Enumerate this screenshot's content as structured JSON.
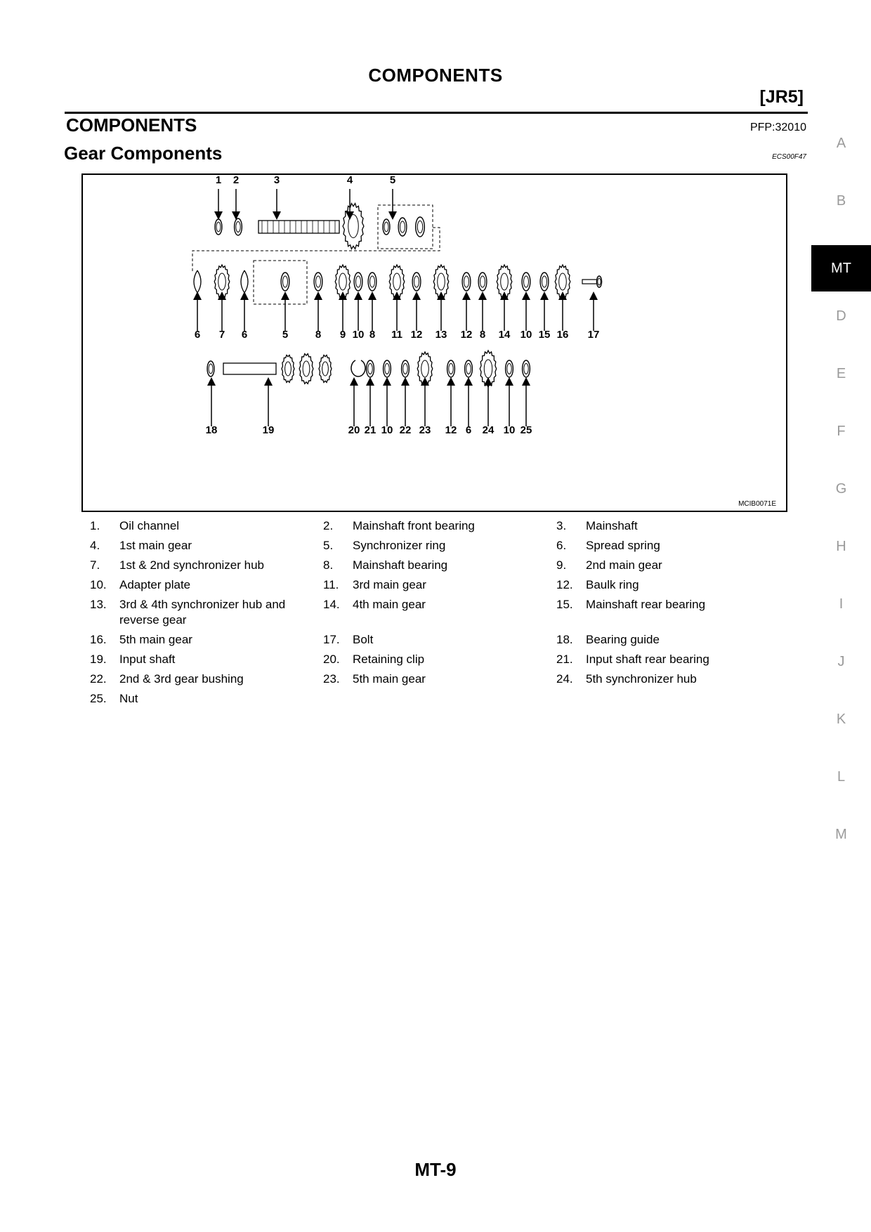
{
  "header": {
    "title": "COMPONENTS",
    "model": "[JR5]"
  },
  "section": {
    "title": "COMPONENTS",
    "pfp": "PFP:32010",
    "subtitle": "Gear Components",
    "code": "ECS00F47"
  },
  "figure": {
    "code": "MCIB0071E",
    "row1_labels": [
      "1",
      "2",
      "3",
      "4",
      "5"
    ],
    "row2_labels": [
      "6",
      "7",
      "6",
      "5",
      "8",
      "9",
      "10",
      "8",
      "11",
      "12",
      "13",
      "12",
      "8",
      "14",
      "10",
      "15",
      "16",
      "17"
    ],
    "row3_labels": [
      "18",
      "19",
      "20",
      "21",
      "10",
      "22",
      "23",
      "12",
      "6",
      "24",
      "10",
      "25"
    ]
  },
  "legend": [
    {
      "num": "1.",
      "text": "Oil channel"
    },
    {
      "num": "2.",
      "text": "Mainshaft front bearing"
    },
    {
      "num": "3.",
      "text": "Mainshaft"
    },
    {
      "num": "4.",
      "text": "1st main gear"
    },
    {
      "num": "5.",
      "text": "Synchronizer ring"
    },
    {
      "num": "6.",
      "text": "Spread spring"
    },
    {
      "num": "7.",
      "text": "1st & 2nd synchronizer hub"
    },
    {
      "num": "8.",
      "text": "Mainshaft bearing"
    },
    {
      "num": "9.",
      "text": "2nd main gear"
    },
    {
      "num": "10.",
      "text": "Adapter plate"
    },
    {
      "num": "11.",
      "text": "3rd main gear"
    },
    {
      "num": "12.",
      "text": "Baulk ring"
    },
    {
      "num": "13.",
      "text": "3rd & 4th synchronizer hub and reverse gear"
    },
    {
      "num": "14.",
      "text": "4th main gear"
    },
    {
      "num": "15.",
      "text": "Mainshaft rear bearing"
    },
    {
      "num": "16.",
      "text": "5th main gear"
    },
    {
      "num": "17.",
      "text": "Bolt"
    },
    {
      "num": "18.",
      "text": "Bearing guide"
    },
    {
      "num": "19.",
      "text": "Input shaft"
    },
    {
      "num": "20.",
      "text": "Retaining clip"
    },
    {
      "num": "21.",
      "text": "Input shaft rear bearing"
    },
    {
      "num": "22.",
      "text": "2nd & 3rd gear bushing"
    },
    {
      "num": "23.",
      "text": "5th main gear"
    },
    {
      "num": "24.",
      "text": "5th synchronizer hub"
    },
    {
      "num": "25.",
      "text": "Nut"
    }
  ],
  "side_tabs": [
    "A",
    "B",
    "MT",
    "D",
    "E",
    "F",
    "G",
    "H",
    "I",
    "J",
    "K",
    "L",
    "M"
  ],
  "side_tab_active": "MT",
  "page_number": "MT-9"
}
